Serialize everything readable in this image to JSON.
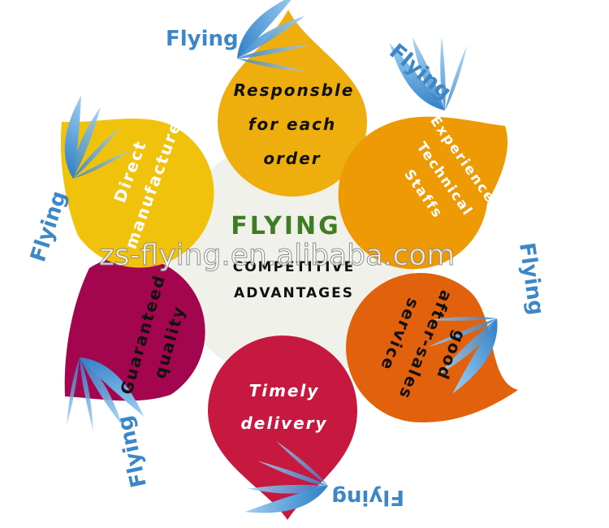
{
  "center": {
    "title": "FLYING",
    "subtitle_line1": "COMPETITIVE",
    "subtitle_line2": "ADVANTAGES"
  },
  "watermark": "zs-flying.en.alibaba.com",
  "brand_label": "Flying",
  "petals": [
    {
      "id": "responsible",
      "color": "#eeae0e",
      "text_color": "#111111",
      "lines": [
        "Responsble",
        "for each",
        "order"
      ]
    },
    {
      "id": "experienced",
      "color": "#ee9a05",
      "text_color": "#ffffff",
      "lines": [
        "Experienced",
        "Technical",
        "Staffs"
      ]
    },
    {
      "id": "after-sales",
      "color": "#e2610c",
      "text_color": "#111111",
      "lines": [
        "good",
        "after-sales",
        "service"
      ]
    },
    {
      "id": "timely",
      "color": "#c7193f",
      "text_color": "#ffffff",
      "lines": [
        "Timely",
        "delivery"
      ]
    },
    {
      "id": "quality",
      "color": "#a3064f",
      "text_color": "#111111",
      "lines": [
        "Guaranteed",
        "quality"
      ]
    },
    {
      "id": "manufacturer",
      "color": "#f0c20c",
      "text_color": "#ffffff",
      "lines": [
        "Direct",
        "manufacturer"
      ]
    }
  ],
  "colors": {
    "brand_blue": "#3d86c8",
    "center_green": "#3e7d22",
    "center_bg": "#f1f1ec"
  }
}
